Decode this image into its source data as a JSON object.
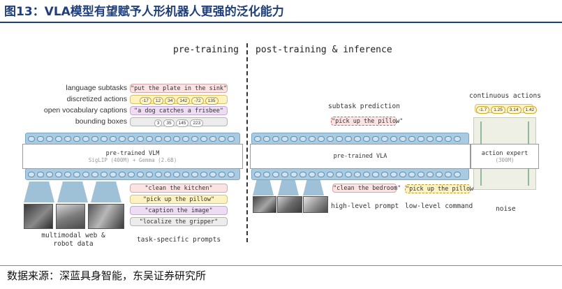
{
  "header": {
    "title": "图13：VLA模型有望赋予人形机器人更强的泛化能力"
  },
  "diagram": {
    "left": {
      "title": "pre-training",
      "labels": {
        "language_subtasks": "language subtasks",
        "discretized_actions": "discretized actions",
        "open_vocab_captions": "open vocabulary captions",
        "bounding_boxes": "bounding boxes"
      },
      "pills": {
        "subtask": "\"put the plate in the sink\"",
        "actions": [
          "-17",
          "12",
          "34",
          "142",
          "-72",
          "135"
        ],
        "caption": "\"a dog catches a frisbee\"",
        "boxes": [
          "3",
          "35",
          "145",
          "223"
        ]
      },
      "model_title": "pre-trained VLM",
      "model_subtitle": "SigLIP (400M) + Gemma (2.6B)",
      "prompts": [
        "\"clean the kitchen\"",
        "\"pick up the pillow\"",
        "\"caption the image\"",
        "\"localize the gripper\""
      ],
      "data_label_line1": "multimodal web &",
      "data_label_line2": "robot data",
      "prompts_label": "task-specific prompts"
    },
    "right": {
      "title": "post-training & inference",
      "subtask_prediction": "subtask prediction",
      "subtask_pill": "\"pick up the pillow\"",
      "model_title": "pre-trained VLA",
      "prompt_pill": "\"clean the bedroom\"",
      "high_level_label": "high-level prompt",
      "low_level_pill": "\"pick up the pillow\"",
      "low_level_label": "low-level command",
      "continuous_actions": "continuous actions",
      "action_values": [
        "-1.7",
        "1.25",
        "3.14",
        "1.42"
      ],
      "expert_title": "action expert",
      "expert_subtitle": "(300M)",
      "noise_label": "noise"
    }
  },
  "footer": {
    "source": "数据来源：深蓝具身智能，东吴证券研究所"
  },
  "colors": {
    "title_blue": "#1f3f7a",
    "token_blue": "#a9cbe2",
    "red_pill": "#fbe3e3",
    "yellow_pill": "#fdf2c2",
    "purple_pill": "#eedcf4"
  }
}
